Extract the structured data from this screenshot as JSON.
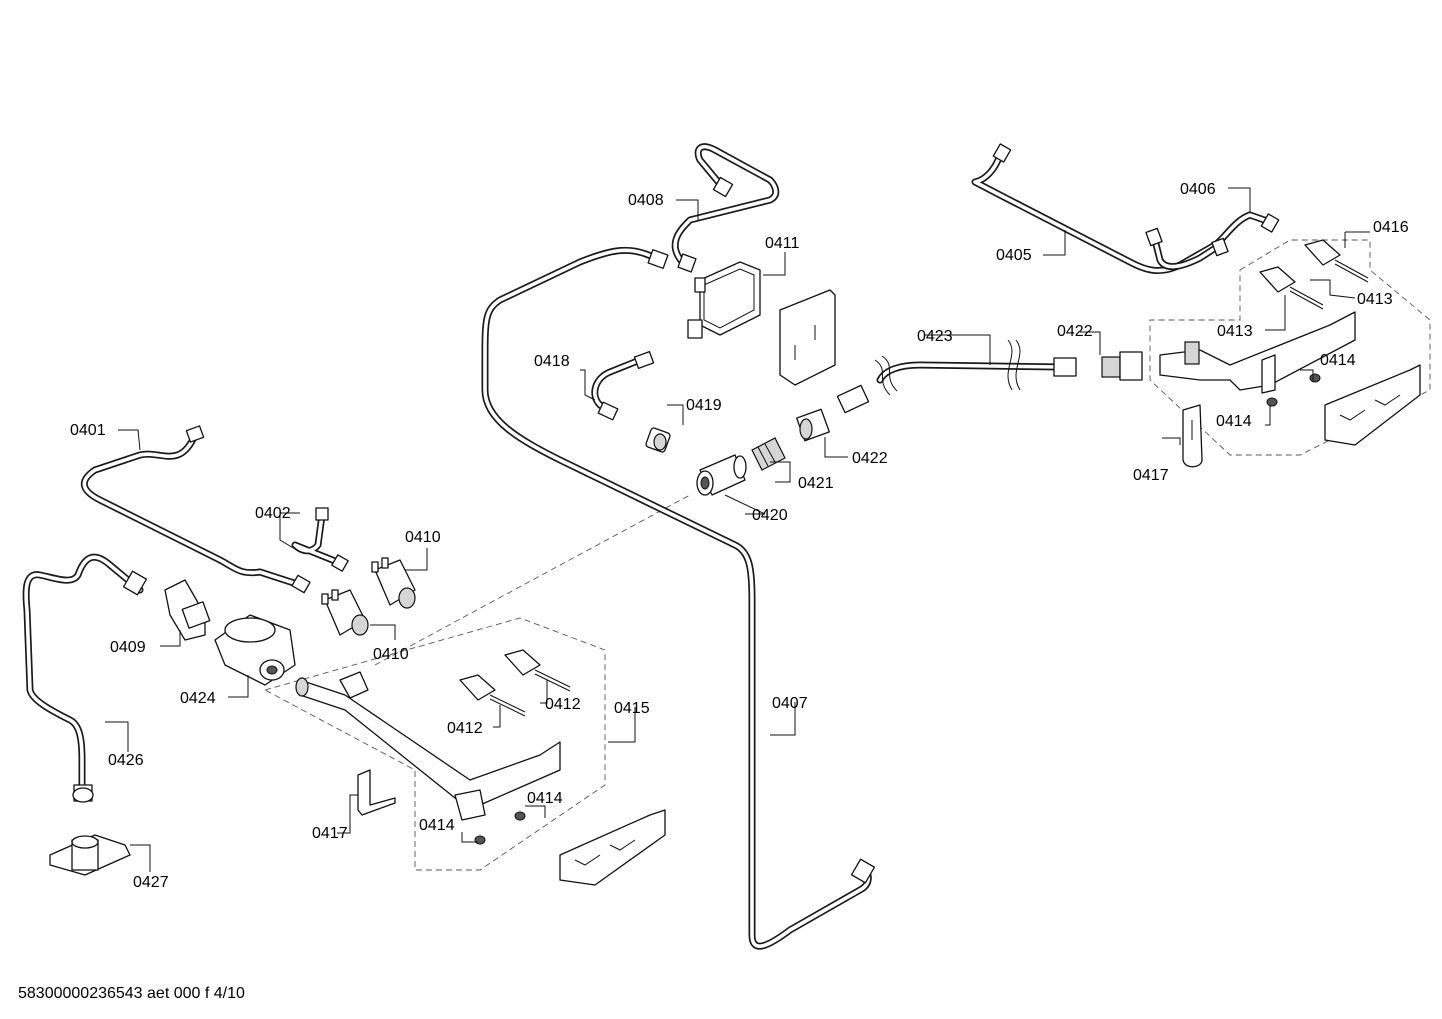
{
  "callouts": [
    {
      "id": "l0401",
      "text": "0401"
    },
    {
      "id": "l0402",
      "text": "0402"
    },
    {
      "id": "l0405",
      "text": "0405"
    },
    {
      "id": "l0406",
      "text": "0406"
    },
    {
      "id": "l0407",
      "text": "0407"
    },
    {
      "id": "l0408",
      "text": "0408"
    },
    {
      "id": "l0409",
      "text": "0409"
    },
    {
      "id": "l0410a",
      "text": "0410"
    },
    {
      "id": "l0410b",
      "text": "0410"
    },
    {
      "id": "l0411",
      "text": "0411"
    },
    {
      "id": "l0412a",
      "text": "0412"
    },
    {
      "id": "l0412b",
      "text": "0412"
    },
    {
      "id": "l0413a",
      "text": "0413"
    },
    {
      "id": "l0413b",
      "text": "0413"
    },
    {
      "id": "l0414a",
      "text": "0414"
    },
    {
      "id": "l0414b",
      "text": "0414"
    },
    {
      "id": "l0414c",
      "text": "0414"
    },
    {
      "id": "l0414d",
      "text": "0414"
    },
    {
      "id": "l0415",
      "text": "0415"
    },
    {
      "id": "l0416",
      "text": "0416"
    },
    {
      "id": "l0417a",
      "text": "0417"
    },
    {
      "id": "l0417b",
      "text": "0417"
    },
    {
      "id": "l0418",
      "text": "0418"
    },
    {
      "id": "l0419",
      "text": "0419"
    },
    {
      "id": "l0420",
      "text": "0420"
    },
    {
      "id": "l0421",
      "text": "0421"
    },
    {
      "id": "l0422a",
      "text": "0422"
    },
    {
      "id": "l0422b",
      "text": "0422"
    },
    {
      "id": "l0423",
      "text": "0423"
    },
    {
      "id": "l0424",
      "text": "0424"
    },
    {
      "id": "l0426",
      "text": "0426"
    },
    {
      "id": "l0427",
      "text": "0427"
    }
  ],
  "footer": {
    "doc_id": "58300000236543 aet 000 f 4/10"
  }
}
